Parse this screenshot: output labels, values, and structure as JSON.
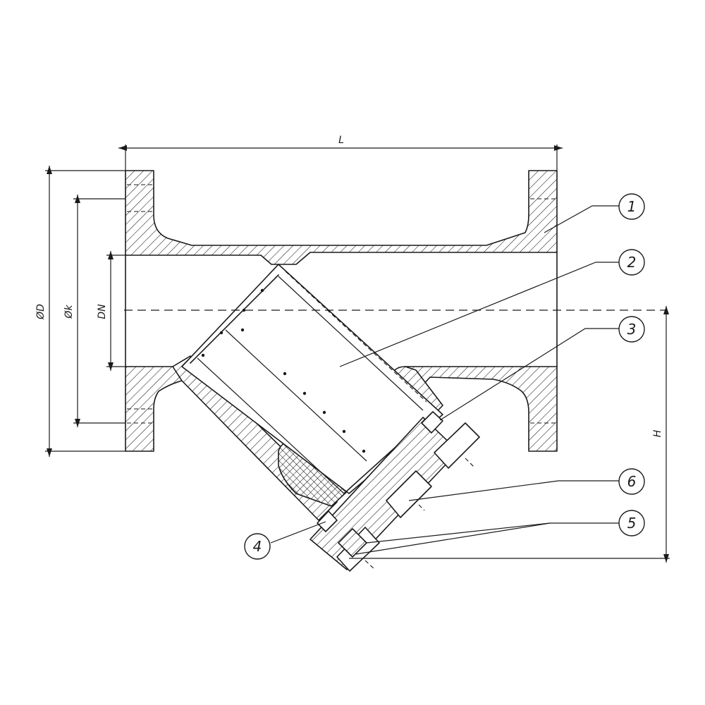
{
  "dimensions": {
    "length": "L",
    "flange_outer_diameter": "ØD",
    "bolt_circle_diameter": "Øk",
    "nominal_diameter": "DN",
    "height": "H"
  },
  "balloons": [
    "1",
    "2",
    "3",
    "4",
    "5",
    "6"
  ]
}
